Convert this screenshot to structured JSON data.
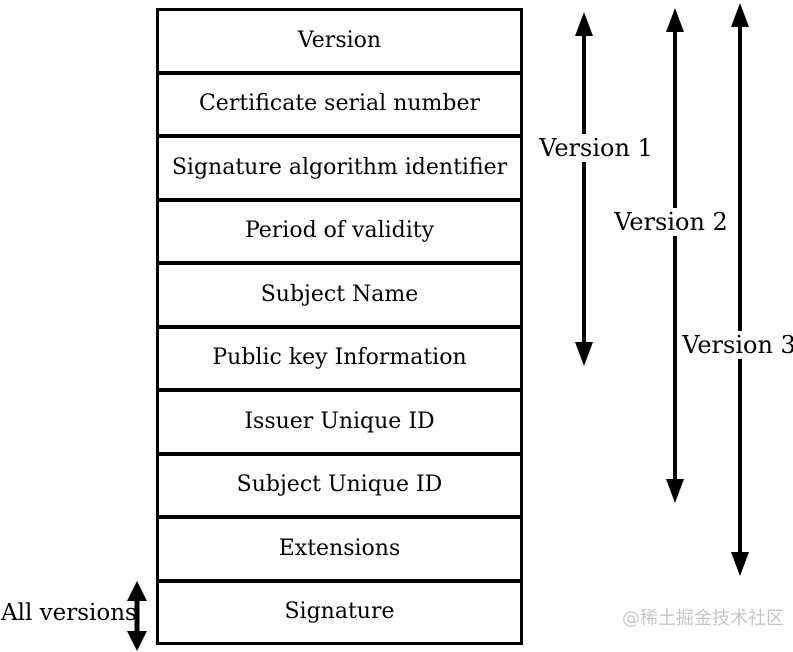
{
  "diagram": {
    "fields": [
      "Version",
      "Certificate serial number",
      "Signature algorithm identifier",
      "Period of validity",
      "Subject Name",
      "Public key Information",
      "Issuer Unique ID",
      "Subject Unique ID",
      "Extensions",
      "Signature"
    ],
    "version_spans": [
      {
        "label": "Version 1",
        "fields_spanned": [
          "Version",
          "Certificate serial number",
          "Signature algorithm identifier",
          "Period of validity",
          "Subject Name",
          "Public key Information"
        ]
      },
      {
        "label": "Version 2",
        "fields_spanned": [
          "Version",
          "Certificate serial number",
          "Signature algorithm identifier",
          "Period of validity",
          "Subject Name",
          "Public key Information",
          "Issuer Unique ID",
          "Subject Unique ID"
        ]
      },
      {
        "label": "Version 3",
        "fields_spanned": [
          "Version",
          "Certificate serial number",
          "Signature algorithm identifier",
          "Period of validity",
          "Subject Name",
          "Public key Information",
          "Issuer Unique ID",
          "Subject Unique ID",
          "Extensions"
        ]
      }
    ],
    "all_versions": {
      "label": "All versions",
      "fields_spanned": [
        "Signature"
      ]
    },
    "watermark": "@稀土掘金技术社区",
    "colors": {
      "line": "#000000",
      "background": "#ffffff",
      "watermark": "#c6c6c6"
    }
  }
}
